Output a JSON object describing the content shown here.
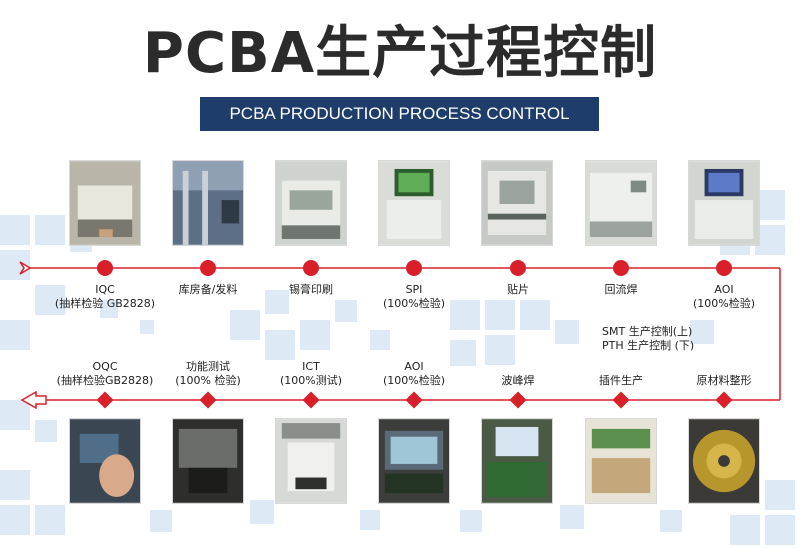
{
  "title": "PCBA生产过程控制",
  "subtitle": "PCBA PRODUCTION PROCESS CONTROL",
  "colors": {
    "accent_red": "#d9202a",
    "banner_navy": "#1f3d6b",
    "tile_blue": "#dbe8f3"
  },
  "top_row": [
    {
      "line1": "IQC",
      "line2": "(抽样检验 GB2828)",
      "photo": "incoming-inspection-photo"
    },
    {
      "line1": "库房备/发料",
      "line2": "",
      "photo": "warehouse-photo"
    },
    {
      "line1": "锡膏印刷",
      "line2": "",
      "photo": "solder-printer-photo"
    },
    {
      "line1": "SPI",
      "line2": "(100%检验)",
      "photo": "spi-machine-photo"
    },
    {
      "line1": "贴片",
      "line2": "",
      "photo": "pick-and-place-photo"
    },
    {
      "line1": "回流焊",
      "line2": "",
      "photo": "reflow-oven-photo"
    },
    {
      "line1": "AOI",
      "line2": "(100%检验)",
      "photo": "aoi-machine-photo"
    }
  ],
  "bottom_row": [
    {
      "line1": "OQC",
      "line2": "(抽样检验GB2828)",
      "photo": "outgoing-inspection-photo"
    },
    {
      "line1": "功能测试",
      "line2": "(100% 检验)",
      "photo": "function-test-photo"
    },
    {
      "line1": "ICT",
      "line2": "(100%测试)",
      "photo": "ict-tester-photo"
    },
    {
      "line1": "AOI",
      "line2": "(100%检验)",
      "photo": "aoi-inspection-photo"
    },
    {
      "line1": "波峰焊",
      "line2": "",
      "photo": "wave-solder-photo"
    },
    {
      "line1": "插件生产",
      "line2": "",
      "photo": "through-hole-assembly-photo"
    },
    {
      "line1": "原材料整形",
      "line2": "",
      "photo": "component-forming-photo"
    }
  ],
  "smt_note": {
    "line1": "SMT 生产控制(上)",
    "line2": "PTH 生产控制 (下)"
  }
}
